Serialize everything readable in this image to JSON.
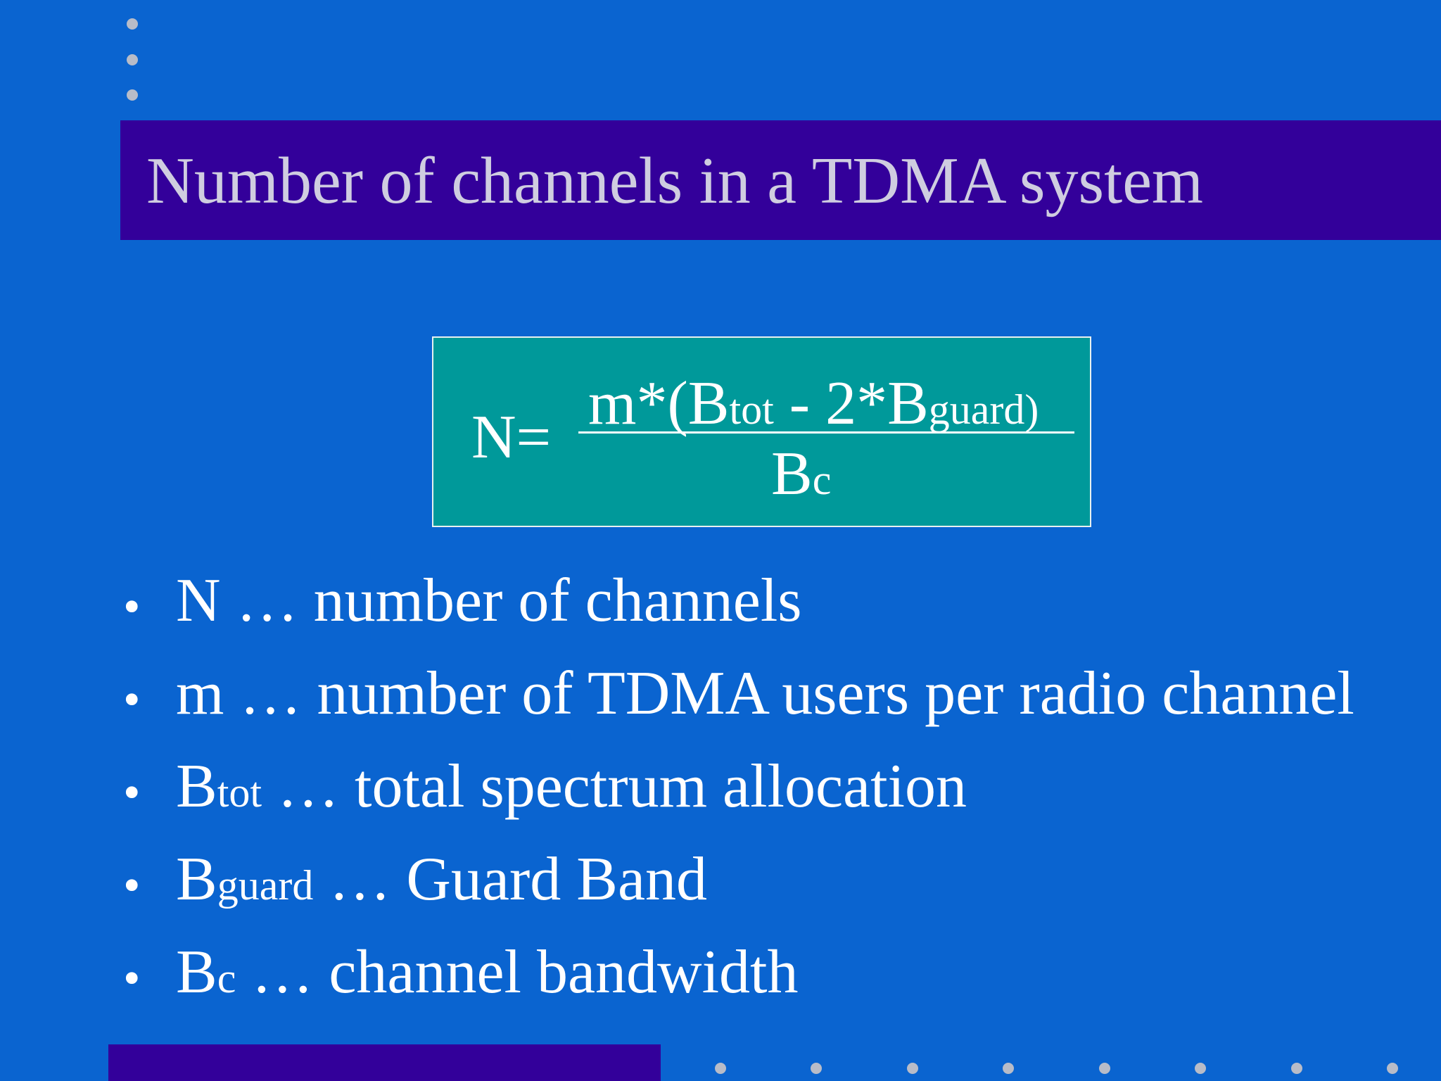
{
  "colors": {
    "background": "#0a64d0",
    "title_band": "#33009a",
    "title_text": "#cfcde0",
    "formula_box": "#00999a",
    "text": "#ffffff",
    "dots": "#b8bcc8"
  },
  "slide": {
    "title": "Number of channels in a TDMA system"
  },
  "formula": {
    "lhs": "N=",
    "numerator_prefix": " m*(B",
    "numerator_sub1": "tot",
    "numerator_mid": " - 2*B",
    "numerator_sub2": "guard)",
    "denominator_main": "B",
    "denominator_sub": "c"
  },
  "bullets": [
    {
      "main": "N",
      "sub": "",
      "text": " … number of channels"
    },
    {
      "main": "m",
      "sub": "",
      "text": " … number of TDMA users per radio channel"
    },
    {
      "main": "B",
      "sub": "tot",
      "text": " … total spectrum allocation"
    },
    {
      "main": "B",
      "sub": "guard",
      "text": " … Guard Band"
    },
    {
      "main": "B",
      "sub": "c",
      "text": " … channel bandwidth"
    }
  ]
}
